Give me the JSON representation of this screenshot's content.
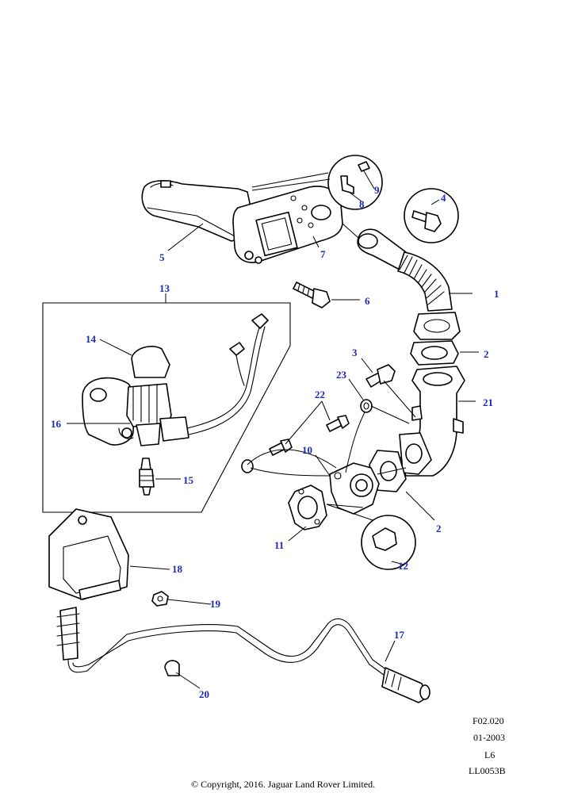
{
  "callouts": [
    {
      "id": "c1",
      "label": "1"
    },
    {
      "id": "c2a",
      "label": "2"
    },
    {
      "id": "c2b",
      "label": "2"
    },
    {
      "id": "c3",
      "label": "3"
    },
    {
      "id": "c4",
      "label": "4"
    },
    {
      "id": "c5",
      "label": "5"
    },
    {
      "id": "c6",
      "label": "6"
    },
    {
      "id": "c7",
      "label": "7"
    },
    {
      "id": "c8",
      "label": "8"
    },
    {
      "id": "c9",
      "label": "9"
    },
    {
      "id": "c10",
      "label": "10"
    },
    {
      "id": "c11",
      "label": "11"
    },
    {
      "id": "c12",
      "label": "12"
    },
    {
      "id": "c13",
      "label": "13"
    },
    {
      "id": "c14",
      "label": "14"
    },
    {
      "id": "c15",
      "label": "15"
    },
    {
      "id": "c16",
      "label": "16"
    },
    {
      "id": "c17",
      "label": "17"
    },
    {
      "id": "c18",
      "label": "18"
    },
    {
      "id": "c19",
      "label": "19"
    },
    {
      "id": "c20",
      "label": "20"
    },
    {
      "id": "c21",
      "label": "21"
    },
    {
      "id": "c22",
      "label": "22"
    },
    {
      "id": "c23",
      "label": "23"
    }
  ],
  "drawing_info": {
    "figure_ref": "F02.020",
    "date": "01-2003",
    "level": "L6",
    "drawing_number": "LL0053B"
  },
  "copyright": "© Copyright, 2016. Jaguar Land Rover Limited.",
  "colors": {
    "callout": "#1a2bb8",
    "line": "#000000"
  }
}
